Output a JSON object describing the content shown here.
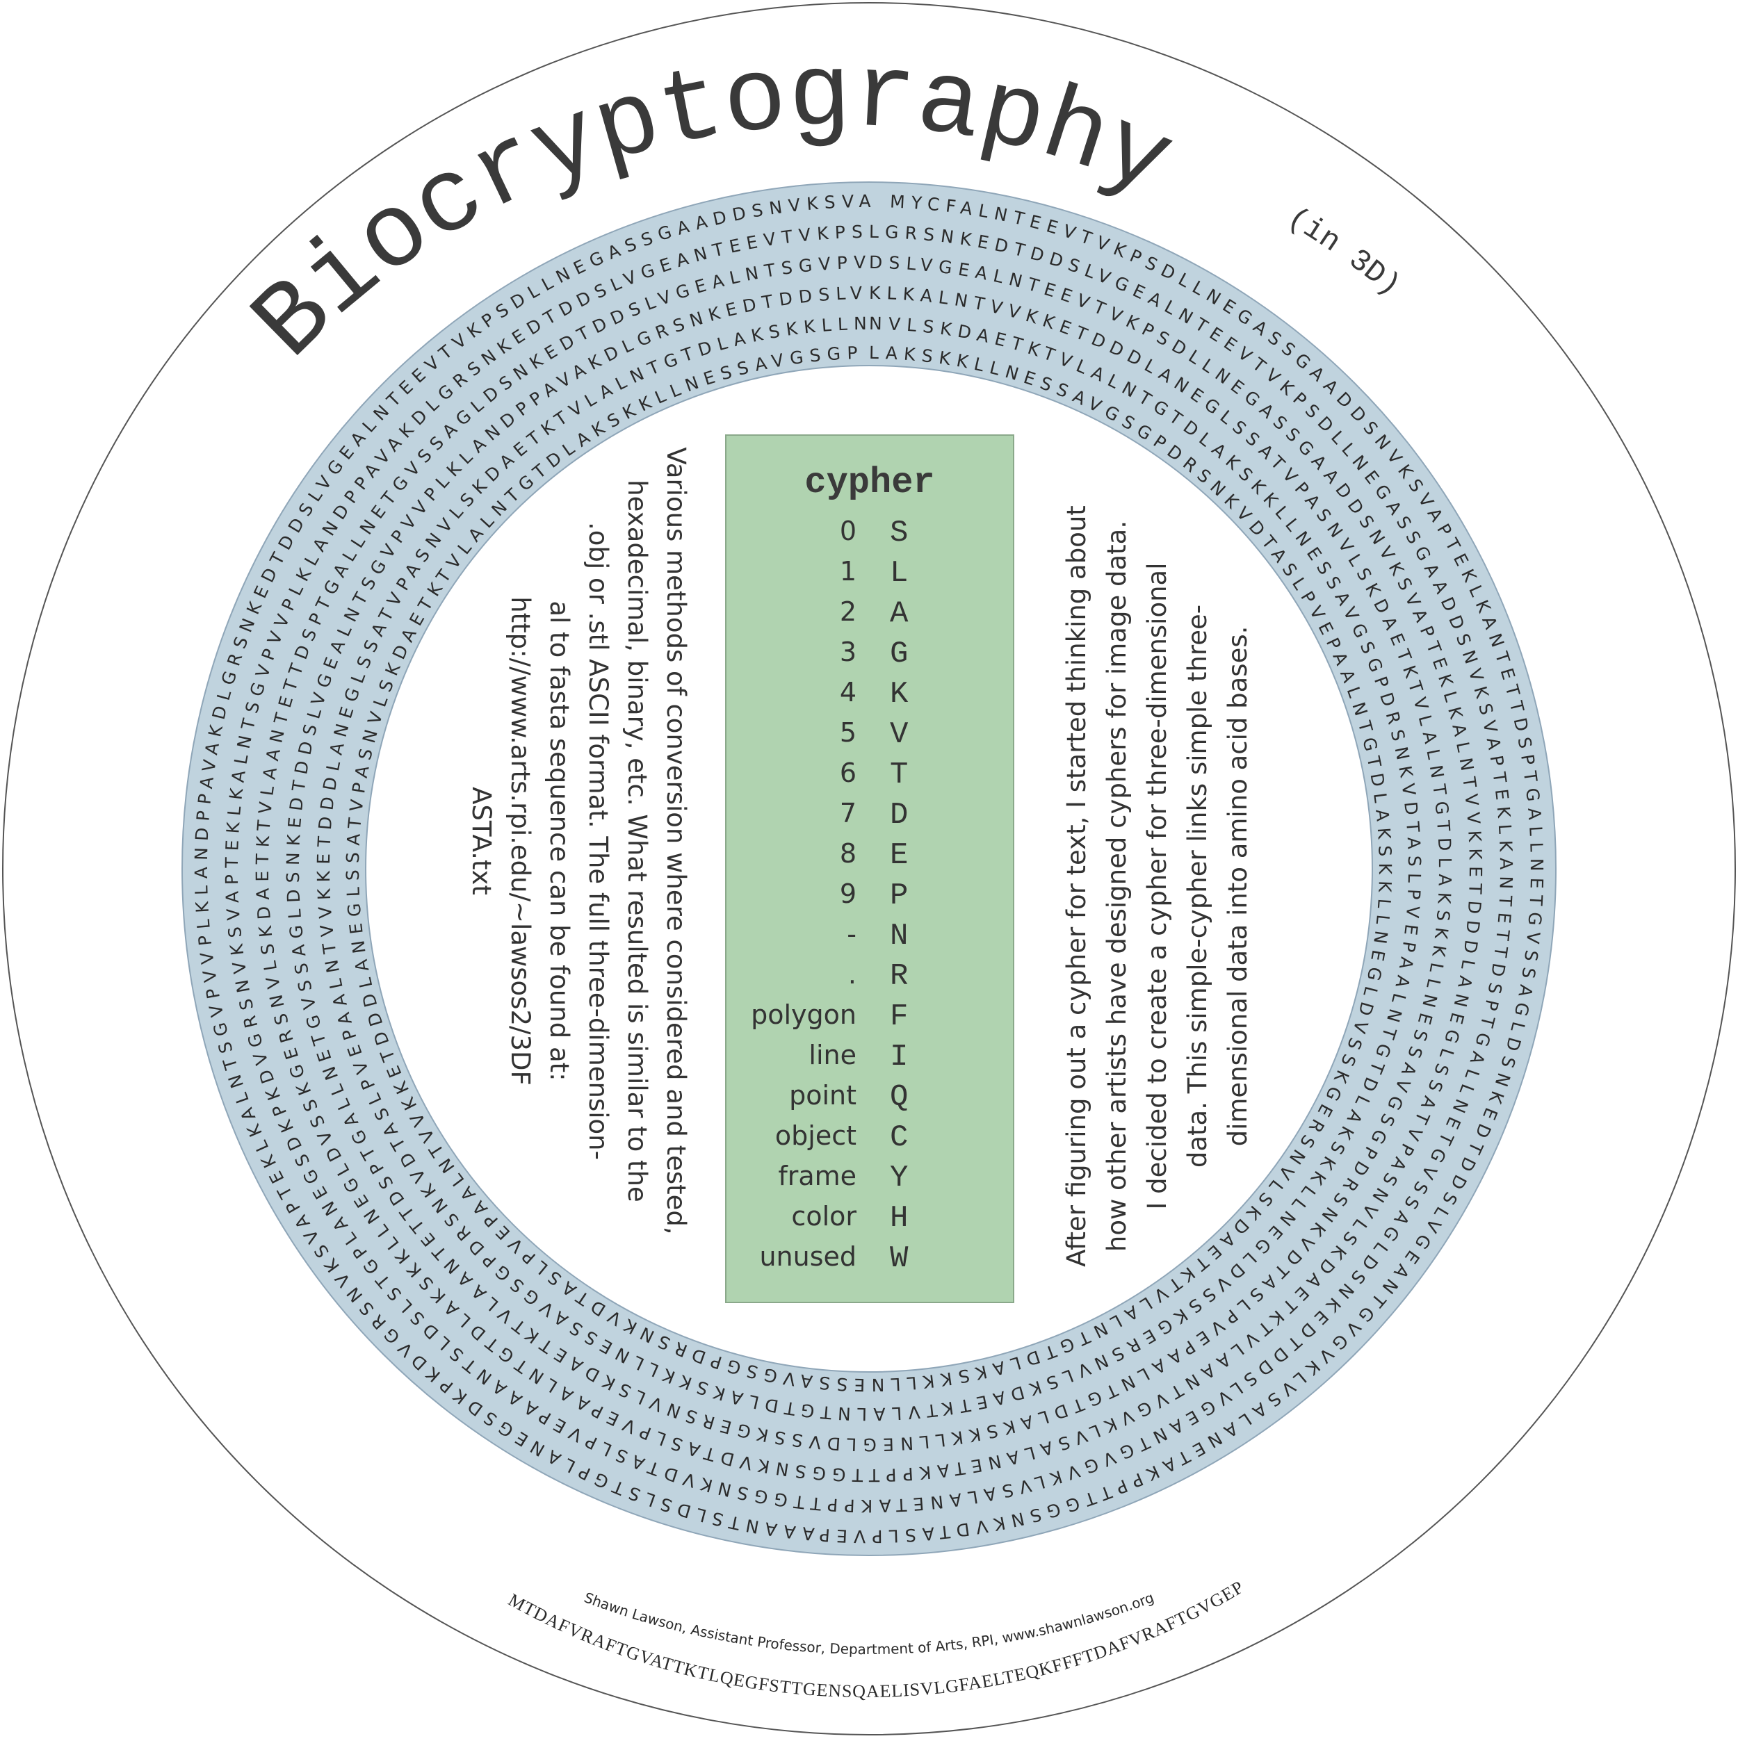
{
  "title": {
    "main": "Biocryptography",
    "sub": "(in 3D)"
  },
  "colors": {
    "ring_fill": "#c0d3de",
    "ring_stroke": "#8fa6b8",
    "cypher_box": "#b0d3b0",
    "outer_circle_stroke": "#555555",
    "text": "#333333"
  },
  "ring_sequence": {
    "rows": [
      "MYCFALNTEEVTVKPSDLLNEGASSGAADDSNVKSVAPTEKLKANTETTDSPTGALLNETGVSSAGLDSNKEDTDDSLVGEANTGVGVKLVSALANETAKPPTTGGSNKVDTASLPVEPAAANTSLDSLSTGPLANEGSDKPKDVGRSNVKSVAPTEKLKALNTSGVPVVPLKLANDPPAVAKDLGRSNKEDTDDSLVGEALNTEEVTVKPSDLLNEGASSGAADDSNVKSVAPTEKLKALNTSGVPVVPLKLANDPPAVAKDLGRSNKEDTDDSLVGEALNTEEVTVKPSDLLNEGASSGAADDSNVKSVAPTEKLKALNTSGVPVVPLKLANDPPAVAKD",
      "LGRSNKEDTDDSLVGEALNTEEVTVKPSDLLNEGASSGAADDSNVKSVAPTEKLKANTETTDSPTGALLNETGVSSAGLDSNKEDTDDSLVGEANTGVGVKLVSALANETAKPPTTGGSNKVDTASLPVEPAAANTSLDSLSTGPLANEGSDKPKDVGRSNVKSVAPTEKLKALNTSGVPVVPLKLANDPPAVAKDLGRSNKEDTDDSLVGEANTEEVTVKPSDLLNEGASSGAADDSNVKSVAPTEKLKALNTSGVPVVPLKLANDPPAVAKDLGRSNKEDTDDSLVGEALNTSGVPVVPLKLANDPPAVAKDLGRSNKEDTDDSLVGEALNTEEVTVKPSDLLNE",
      "DSLVGEALNTEEVTVKPSDLLNEGASSGAADDSNVKSVAPTEKLKALNTVVKKETDDDLANEGLSSATVPASNVLSKDAETKTVLAANTVGVKLVSALANETAKPPTTGGSNKVDTASLPVEPAALNTGTDLAKSKKLLNEGLDVSSKGERSNVLSKDAETKTVLAANTETTDSPTGALLNETGVSSAGLDSNKEDTDDSLVGEALNTSGVPVVPLKLANDPPAVAKDLGRSNKEDTDDSLVGEALNTEEVTVKPSDLLNEGASSGAADDSNVKSVAPTEKLKANTETTDSPTGALLNETGVSSAGLDSNKEDTDDSLVGEALNTSGVPVVPLKLANDPPAVAKDLG",
      "KLKALNTVVKKETDDDLANEGLSSATVPASNVLSKDAETKTVLALNTGTDLAKSKKLLNESSAVGSGPDRSNKVDTASLPVEPAALNTGTDLAKSKKLLNEGLDVSSKGERSNVLSKDAETKTVLAANTETTDSPTGALLNETGVSSAGLDSNKEDTDDSLVGEALNTSGVPVVPLKLANDPPAVAKDLGRSNKEDTDDSLVGEALNTEEVTVKPSDLLNEGASSGAADDSNVKSVAPTEKLKALNTVVKKETDDDLANEGLSSATVPASNVLSKDAETKTVLALNTGTDLAKSKKLLNESSAVGSGPDRSNKVDTASLPVEPAALNTGTDLAKSKKLLNEGLDVSSK",
      "NVLSKDAETKTVLALNTGTDLAKSKKLLNESSAVGSGPDRSNKVDTASLPVEPAALNTGTDLAKSKKLLNEGLDVSSKGERSNVLSKDAETKTVLALNTGTDLAKSKKLLNESSAVGSGPDRSNKVDTASLPVEPAALNTVVKKETDDDLANEGLSSATVPASNVLSKDAETKTVLALNTGTDLAKSKKLLNESSAVGSGPDRSNKVDTASLPVEPAALNTGTDLAKSKKLLNEGLDVSSKGERSNVLSKDAETKTVLAANTETTDSPTGALLNETGVSSAGLDSNKEDTDDSLVGEALNTSGVPVVPLKLANDPPAVAKDLGRSNKEDTDDSLVGEANTGVGVKLV",
      "LAKSKKLLNESSAVGSGPDRSNKVDTASLPVEPAALNTGTDLAKSKKLLNEGLDVSSKGERSNVLSKDAETKTVLALNTGTDLAKSKKLLNESSAVGSGPDRSNKVDTASLPVEPAALNTVVKKETDDDLANEGLSSATVPASNVLSKDAETKTVLALNTGTDLAKSKKLLNESSAVGSGPDRSNKVDTASLPVEPAAANTGKELDEDTPLLNEGLDVSSKGERSNVLSKDAETKTVLAANTETTDSPTGALLNETGVSSAGLDSNKEDTDDSLVGEALNTSGVPVVPLKLANDPPAVAKDLGRSNKEDTDDSLVGEANTGVGVKLVSALANETAKPPTTGGSNKVDTASLPVEPAAANTSLDSLSTGPLANEGSDKPKDVGRSNVKSVAPT"
    ]
  },
  "cypher": {
    "title": "cypher",
    "rows": [
      {
        "key": "0",
        "value": "S"
      },
      {
        "key": "1",
        "value": "L"
      },
      {
        "key": "2",
        "value": "A"
      },
      {
        "key": "3",
        "value": "G"
      },
      {
        "key": "4",
        "value": "K"
      },
      {
        "key": "5",
        "value": "V"
      },
      {
        "key": "6",
        "value": "T"
      },
      {
        "key": "7",
        "value": "D"
      },
      {
        "key": "8",
        "value": "E"
      },
      {
        "key": "9",
        "value": "P"
      },
      {
        "key": "-",
        "value": "N"
      },
      {
        "key": ".",
        "value": "R"
      },
      {
        "key": "polygon",
        "value": "F"
      },
      {
        "key": "line",
        "value": "I"
      },
      {
        "key": "point",
        "value": "Q"
      },
      {
        "key": "object",
        "value": "C"
      },
      {
        "key": "frame",
        "value": "Y"
      },
      {
        "key": "color",
        "value": "H"
      },
      {
        "key": "unused",
        "value": "W"
      }
    ]
  },
  "left_text": {
    "lines": [
      "Various methods of conversion where considered and tested,",
      "hexadecimal, binary, etc. What resulted is similar to the",
      ".obj or .stl ASCII format. The full three-dimension-",
      "al to fasta sequence can be found at:",
      "http://www.arts.rpi.edu/~lawsos2/3DF",
      "ASTA.txt"
    ]
  },
  "right_text": {
    "lines": [
      "After figuring out a cypher for text, I started thinking about",
      "how other artists have designed cyphers for image data.",
      "I decided to create a cypher for three-dimensional",
      "data. This simple-cypher links simple three-",
      "dimensional data into amino acid bases."
    ]
  },
  "footer": {
    "credit": "Shawn Lawson, Assistant Professor, Department of Arts, RPI, www.shawnlawson.org",
    "sequence": "MTDAFVRAFTGVATTKTLQEGFSTTGENSQAELISVLGFAELTEQKFFFTDAFVRAFTGVGEP"
  }
}
